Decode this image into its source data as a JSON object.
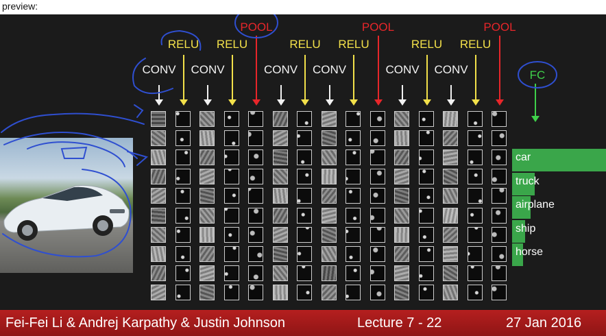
{
  "header": {
    "label": "preview:"
  },
  "layers": [
    {
      "type": "CONV",
      "kind": "conv"
    },
    {
      "type": "RELU",
      "kind": "relu"
    },
    {
      "type": "CONV",
      "kind": "conv"
    },
    {
      "type": "RELU",
      "kind": "relu"
    },
    {
      "type": "POOL",
      "kind": "pool"
    },
    {
      "type": "CONV",
      "kind": "conv"
    },
    {
      "type": "RELU",
      "kind": "relu"
    },
    {
      "type": "CONV",
      "kind": "conv"
    },
    {
      "type": "RELU",
      "kind": "relu"
    },
    {
      "type": "POOL",
      "kind": "pool"
    },
    {
      "type": "CONV",
      "kind": "conv"
    },
    {
      "type": "RELU",
      "kind": "relu"
    },
    {
      "type": "CONV",
      "kind": "conv"
    },
    {
      "type": "RELU",
      "kind": "relu"
    },
    {
      "type": "POOL",
      "kind": "pool"
    }
  ],
  "fc_label": "FC",
  "classes": [
    {
      "label": "car",
      "score": 1.0
    },
    {
      "label": "truck",
      "score": 0.24
    },
    {
      "label": "airplane",
      "score": 0.2
    },
    {
      "label": "ship",
      "score": 0.14
    },
    {
      "label": "horse",
      "score": 0.12
    }
  ],
  "footer": {
    "authors": "Fei-Fei Li & Andrej Karpathy & Justin Johnson",
    "lecture": "Lecture 7 - 22",
    "date": "27 Jan 2016"
  },
  "colors": {
    "conv": "#f2f2f2",
    "relu": "#f3e14a",
    "pool": "#e8262a",
    "fc": "#3fd14a",
    "score_bar": "#3aa64a",
    "footer": "#a81b1b",
    "annotation": "#2f4fd0"
  }
}
